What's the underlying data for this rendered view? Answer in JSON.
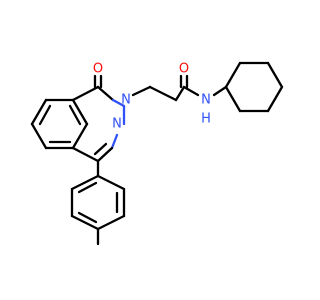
{
  "molecule": {
    "labels": {
      "carbonyl_oxygen_ring": "O",
      "carbonyl_oxygen_amide": "O",
      "ring_nitrogen_1": "N",
      "ring_nitrogen_2": "N",
      "amide_nh": "N",
      "amide_h": "H"
    }
  },
  "colors": {
    "bond": "#000000",
    "oxygen": "#ff0d0d",
    "nitrogen": "#3050f8",
    "background": "#ffffff"
  }
}
